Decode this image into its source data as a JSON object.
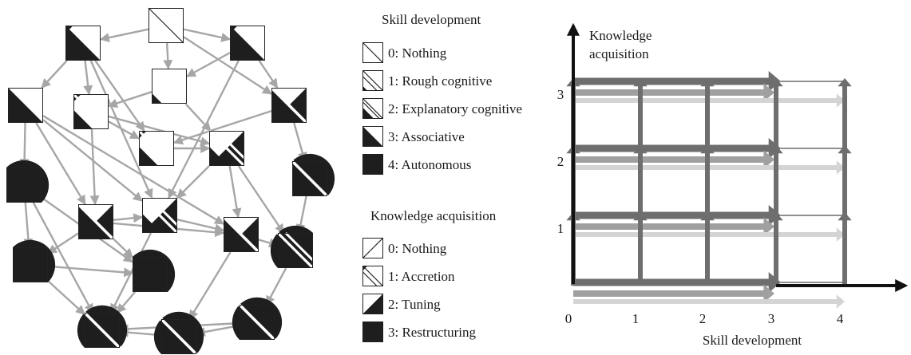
{
  "legend": {
    "skill_title": "Skill development",
    "skill_items": [
      {
        "label": "0: Nothing",
        "icon": "skill-level-0-icon"
      },
      {
        "label": "1: Rough cognitive",
        "icon": "skill-level-1-icon"
      },
      {
        "label": "2: Explanatory cognitive",
        "icon": "skill-level-2-icon"
      },
      {
        "label": "3: Associative",
        "icon": "skill-level-3-icon"
      },
      {
        "label": "4: Autonomous",
        "icon": "skill-level-4-icon"
      }
    ],
    "knowledge_title": "Knowledge acquisition",
    "knowledge_items": [
      {
        "label": "0: Nothing",
        "icon": "knowledge-level-0-icon"
      },
      {
        "label": "1: Accretion",
        "icon": "knowledge-level-1-icon"
      },
      {
        "label": "2: Tuning",
        "icon": "knowledge-level-2-icon"
      },
      {
        "label": "3: Restructuring",
        "icon": "knowledge-level-3-icon"
      }
    ]
  },
  "grid": {
    "y_axis_label_line1": "Knowledge",
    "y_axis_label_line2": "acquisition",
    "x_axis_label": "Skill development",
    "x_ticks": [
      "0",
      "1",
      "2",
      "3",
      "4"
    ],
    "y_ticks": [
      "1",
      "2",
      "3"
    ]
  },
  "colors": {
    "fill": "#1e1e1e",
    "edge": "#a6a6a6",
    "arrow_dark": "#6e6e6e",
    "arrow_mid": "#a0a0a0",
    "arrow_light": "#d4d4d4",
    "axis": "#111111"
  }
}
